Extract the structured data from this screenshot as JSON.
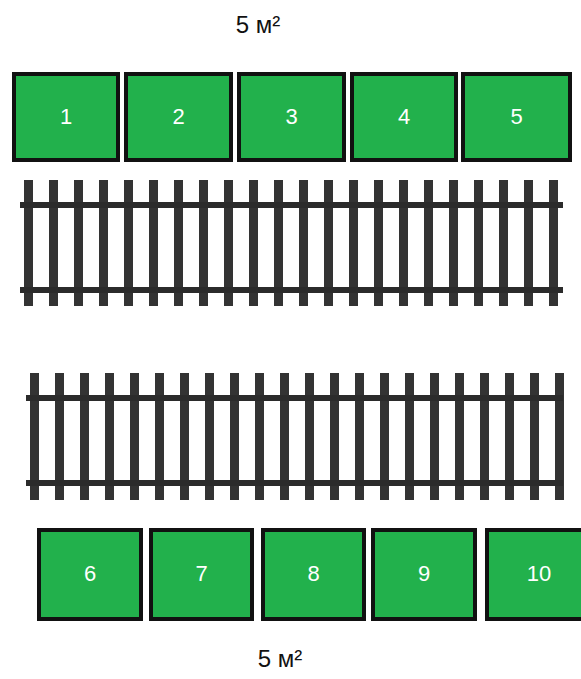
{
  "diagram": {
    "nodes": [
      {
        "text": [
          "1"
        ]
      },
      {
        "text": [
          "2"
        ]
      },
      {
        "text": [
          "3"
        ]
      },
      {
        "text": [
          "4"
        ]
      },
      {
        "text": [
          "5"
        ]
      },
      {
        "text": [
          "6"
        ]
      },
      {
        "text": [
          "7"
        ]
      },
      {
        "text": [
          "8"
        ]
      },
      {
        "text": [
          "9"
        ]
      },
      {
        "text": [
          "10"
        ]
      }
    ],
    "labels": [
      "5 м²",
      "5 м²"
    ]
  }
}
